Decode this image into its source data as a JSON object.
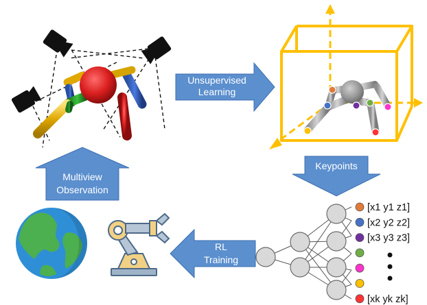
{
  "arrows": {
    "unsupervised": {
      "line1": "Unsupervised",
      "line2": "Learning"
    },
    "keypoints": {
      "label": "Keypoints"
    },
    "rl": {
      "line1": "RL",
      "line2": "Training"
    },
    "observation": {
      "line1": "Multiview",
      "line2": "Observation"
    }
  },
  "keypoint_list": [
    {
      "label": "[x1 y1 z1]",
      "color": "#e07b39"
    },
    {
      "label": "[x2 y2 z2]",
      "color": "#4472c4"
    },
    {
      "label": "[x3 y3 z3]",
      "color": "#7030a0"
    },
    {
      "label": "",
      "color": "#70ad47"
    },
    {
      "label": "",
      "color": "#ff33cc"
    },
    {
      "label": "",
      "color": "#ffc000"
    },
    {
      "label": "[xk yk zk]",
      "color": "#ff3333"
    }
  ],
  "colors": {
    "arrow_fill": "#5b8fce",
    "bounding_box": "#ffc000",
    "network_node": "#d9d9d9"
  }
}
